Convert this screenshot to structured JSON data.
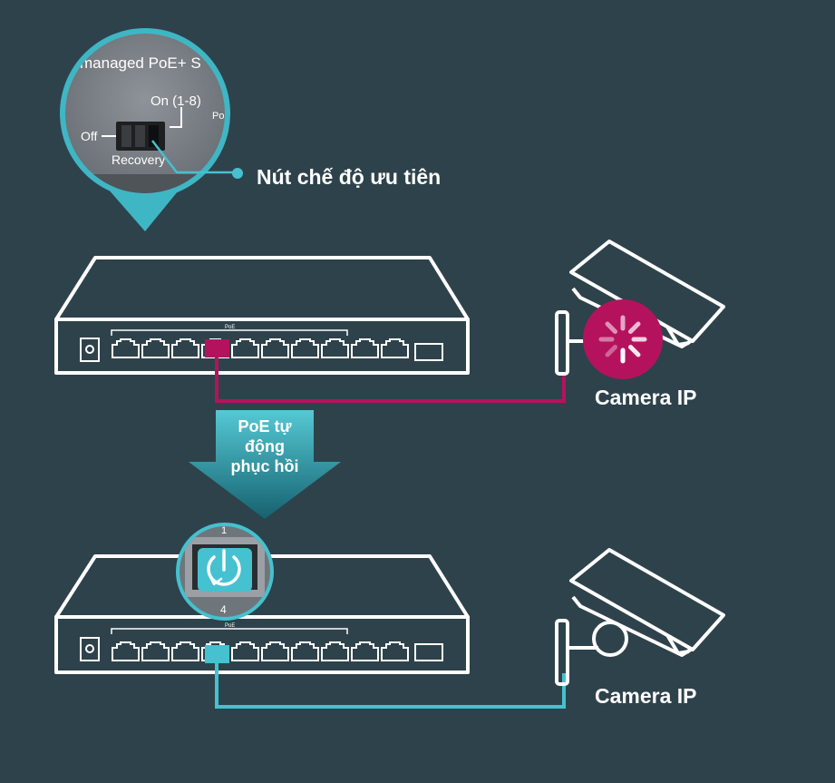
{
  "colors": {
    "background": "#2e424b",
    "outline": "#ffffff",
    "magenta": "#b5125e",
    "cyan": "#45c1cf",
    "arrow_dark": "#1f7383",
    "arrow_light": "#4ec5d1"
  },
  "zoom_switch": {
    "product_text": "managed PoE+ S",
    "on_label": "On (1-8)",
    "off_label": "Off",
    "recovery_label": "Recovery",
    "partial_label": "Po"
  },
  "callout": {
    "label": "Nút chế độ ưu tiên"
  },
  "top_scene": {
    "switch_port_label": "PoE",
    "camera_label": "Camera IP",
    "camera_status_icon": "loading-spinner-icon"
  },
  "arrow": {
    "line1": "PoE tự",
    "line2": "động",
    "line3": "phục hồi"
  },
  "bottom_scene": {
    "switch_port_label": "PoE",
    "zoom_port_top": "1",
    "zoom_port_bottom": "4",
    "zoom_icon": "power-recovery-icon",
    "camera_label": "Camera IP"
  }
}
